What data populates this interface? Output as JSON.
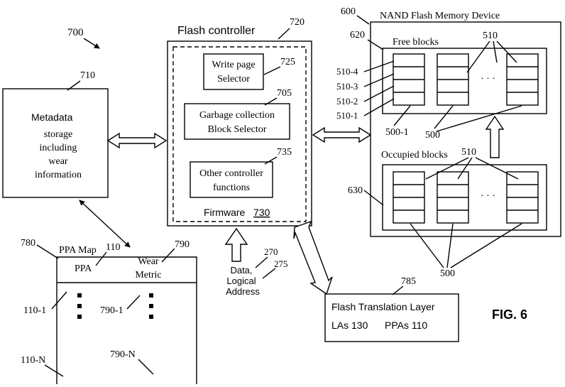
{
  "figure_label": "FIG. 6",
  "ref_700": "700",
  "metadata": {
    "ref": "710",
    "title": "Metadata",
    "line1": "storage",
    "line2": "including",
    "line3": "wear",
    "line4": "information"
  },
  "controller": {
    "title": "Flash controller",
    "ref": "720",
    "write_page": {
      "ref": "725",
      "line1": "Write page",
      "line2": "Selector"
    },
    "gc": {
      "ref": "705",
      "line1": "Garbage collection",
      "line2": "Block Selector"
    },
    "other": {
      "ref": "735",
      "line1": "Other controller",
      "line2": "functions"
    },
    "firmware_label": "Firmware",
    "firmware_ref": "730"
  },
  "nand": {
    "ref": "600",
    "title": "NAND Flash Memory Device",
    "free_ref": "620",
    "free_label": "Free blocks",
    "block_ref": "510",
    "page_refs": [
      "510-4",
      "510-3",
      "510-2",
      "510-1"
    ],
    "block_first_ref": "500-1",
    "block_group_ref": "500",
    "occupied_ref": "630",
    "occupied_label": "Occupied blocks",
    "occupied_block_ref": "510",
    "occupied_group_ref": "500",
    "ellipsis": "· · ·"
  },
  "data_arrow": {
    "ref1": "270",
    "ref2": "275",
    "line1": "Data,",
    "line2": "Logical",
    "line3": "Address"
  },
  "ftl": {
    "ref": "785",
    "title": "Flash Translation Layer",
    "las": "LAs 130",
    "ppas": "PPAs 110"
  },
  "ppa_map": {
    "ref": "780",
    "title": "PPA Map",
    "col1_ref": "110",
    "col2_ref": "790",
    "col1": "PPA",
    "col2_line1": "Wear",
    "col2_line2": "Metric",
    "row1_ref": "110-1",
    "row1_metric_ref": "790-1",
    "rowN_ref": "110-N",
    "rowN_metric_ref": "790-N"
  }
}
